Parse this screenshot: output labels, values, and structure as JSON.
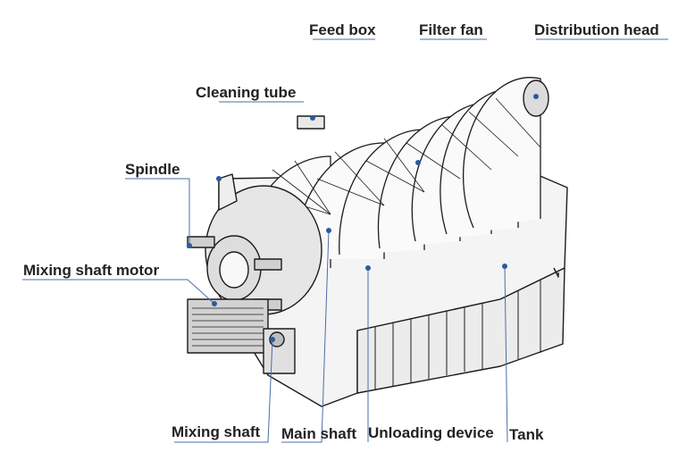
{
  "labels": {
    "feed_box": "Feed box",
    "filter_fan": "Filter fan",
    "distribution_head": "Distribution head",
    "cleaning_tube": "Cleaning tube",
    "spindle": "Spindle",
    "mixing_shaft_motor": "Mixing shaft motor",
    "mixing_shaft": "Mixing shaft",
    "main_shaft": "Main shaft",
    "unloading_device": "Unloading device",
    "tank": "Tank"
  },
  "colors": {
    "leader_line": "#4a6fa5",
    "dot": "#2c5a9c",
    "label_text": "#222222",
    "drawing": "#1c1c1c"
  }
}
